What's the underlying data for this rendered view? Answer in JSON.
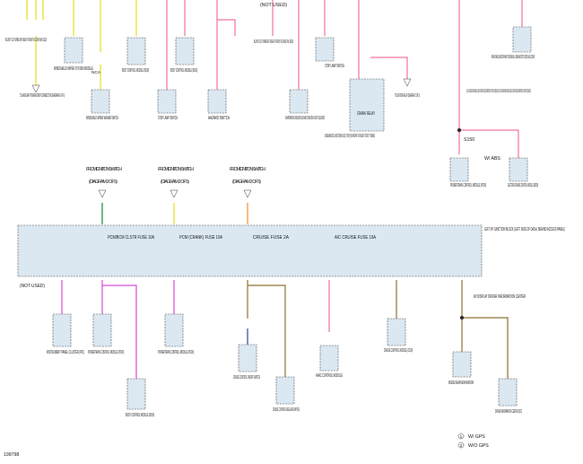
{
  "colors": {
    "YEL": "#e8dc14",
    "PNK": "#f2709a",
    "DK GRN": "#0a8a2c",
    "ORG": "#f28c1c",
    "BRN": "#8b6f2e",
    "PPL": "#d44ad4",
    "DK BLU": "#2a3ea0",
    "BLK": "#222222",
    "panel": "#dbe8f2"
  },
  "top_row": {
    "blunt_cut_1": "BLUNT CUT WIRE AT RIGHT FRONT FLOOR (W/ SEO)",
    "aux_power": "TO AUXILIARY POWER DROP CONNECTOR (DIAGRAM 6 OF 6)",
    "wiper_module": "WINDSHIELD WIPER SYSTEM MODULE",
    "wiper_switch": "WINDSHIELD WIPER/ WASHER SWITCH",
    "nca": "NCA",
    "bcm_1": "BODY CONTROL MODULE (BCM)",
    "bcm_2": "BODY CONTROL MODULE (BCM)",
    "stop_lamp_1": "STOP LAMP SWITCH",
    "not_used_top": "(NOT USED)",
    "blunt_cut_2": "BLUNT CUT WIRE AT RIGHT FRONT FLOOR (W/ SEO)",
    "hazard": "HAZARD SWITCH",
    "evap": "EVAPORATIVE EMISSIONS (EVAP) CANISTER VENT SOLENOID",
    "stop_lamp_2": "STOP LAMP SWITCH",
    "crank_relay": "CRANK RELAY",
    "junction_block_top": "UNDERHOOD JUNCTION BLOCK (TOP) (IN FRONT OF RIGHT STRUT TOWER)",
    "to_ign_relay": "TO IGNITION RELAY (DIAGRAM 1 OF 5)",
    "sdm": "INFLATABLE RESTRAINT SENSING & DIAGNOSTIC MODULE (SDM)",
    "engine_note": "(3.4L (VIN E): ENGINE WIRING HARNESS, LOWER LEFT REAR OF ENGINE COMPARTMENT 4 CM FROM C113 BREAKOUT) (3.8L (VIN K): ENGINE WIRING HARNESS, LOWER LEFT REAR OF ENGINE COMPARTMENT 6.5 CM FROM C113 BREAKOUT)",
    "splice": "S150",
    "w_abs": "W/ ABS",
    "pcm_top": "POWERTRAIN CONTROL MODULE (PCM)",
    "ebcm": "ELECTRONIC BRAKE CONTROL MODULE (EBCM)"
  },
  "from_ign": {
    "text": "FROM IGNITION SWITCH",
    "d1": "(DIAGRAM 2 OF 5)",
    "d2": "(DIAGRAM 2 OF 5)",
    "d3": "(DIAGRAM 2 OF 5)"
  },
  "junction": {
    "title": "LEFT I/P JUNCTION BLOCK (LEFT SIDE OF DASH, BEHIND ACCESS PANEL)",
    "fuses": [
      "PCM/BCM CLSTR FUSE 10A",
      "PCM (CRANK) FUSE 10A",
      "CRUISE FUSE 2A",
      "A/C CRUISE FUSE 10A"
    ]
  },
  "bottom_row": {
    "not_used": "(NOT USED)",
    "ipc": "INSTRUMENT PANEL CLUSTER (IPC)",
    "pcm_1": "POWERTRAIN CONTROL MODULE (PCM)",
    "pcm_2": "POWERTRAIN CONTROL MODULE (PCM)",
    "bcm": "BODY CONTROL MODULE (BCM)",
    "cruise_onoff": "CRUISE CONTROL ON/OFF SWITCH",
    "cruise_release": "CRUISE CONTROL RELEASE SWITCH",
    "hvac": "HVAC CONTROL MODULE",
    "ccm": "CRUISE CONTROL MODULE (CCM)",
    "w_display": "W/ DISPLAY DRIVER INFORMATION CENTER",
    "mirror": "INSIDE REARVIEW MIRROR",
    "dic": "DRIVER INFORMATION CENTER (DIC)"
  },
  "legend": {
    "k1": "1",
    "v1": "W/ GPS",
    "k2": "2",
    "v2": "W/O GPS"
  },
  "footer_id": "199798"
}
